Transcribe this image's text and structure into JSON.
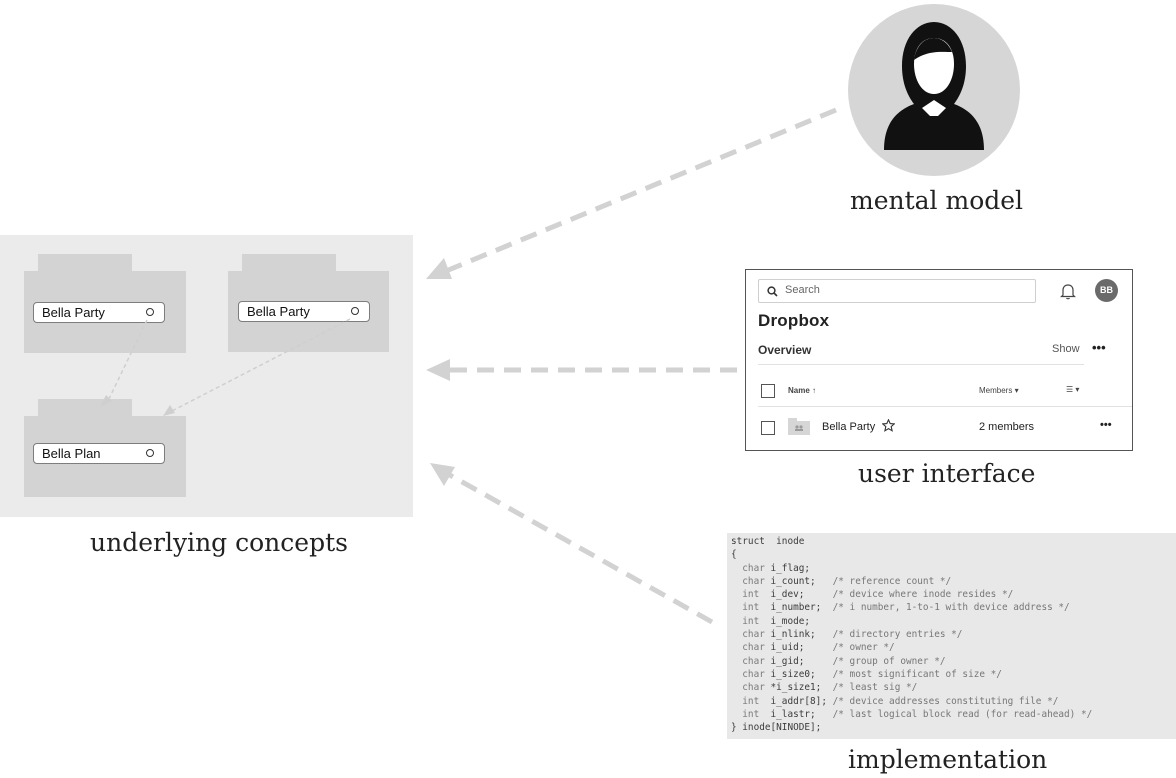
{
  "captions": {
    "mental_model": "mental model",
    "user_interface": "user interface",
    "underlying_concepts": "underlying concepts",
    "implementation": "implementation"
  },
  "concepts": {
    "folders": [
      {
        "chip_label": "Bella Party"
      },
      {
        "chip_label": "Bella Party"
      },
      {
        "chip_label": "Bella Plan"
      }
    ]
  },
  "ui": {
    "search_placeholder": "Search",
    "avatar_initials": "BB",
    "app_title": "Dropbox",
    "section_title": "Overview",
    "show_label": "Show",
    "more_label": "•••",
    "columns": {
      "name": "Name ↑",
      "members": "Members ▾",
      "view": "☰ ▾"
    },
    "row": {
      "name": "Bella Party",
      "members": "2 members",
      "more": "•••"
    }
  },
  "code": {
    "header": "struct  inode",
    "open_brace": "{",
    "fields": [
      {
        "type": "char",
        "name": "i_flag;",
        "comment": ""
      },
      {
        "type": "char",
        "name": "i_count;",
        "comment": "/* reference count */"
      },
      {
        "type": "int",
        "name": "i_dev;",
        "comment": "/* device where inode resides */"
      },
      {
        "type": "int",
        "name": "i_number;",
        "comment": "/* i number, 1-to-1 with device address */"
      },
      {
        "type": "int",
        "name": "i_mode;",
        "comment": ""
      },
      {
        "type": "char",
        "name": "i_nlink;",
        "comment": "/* directory entries */"
      },
      {
        "type": "char",
        "name": "i_uid;",
        "comment": "/* owner */"
      },
      {
        "type": "char",
        "name": "i_gid;",
        "comment": "/* group of owner */"
      },
      {
        "type": "char",
        "name": "i_size0;",
        "comment": "/* most significant of size */"
      },
      {
        "type": "char",
        "name": "*i_size1;",
        "comment": "/* least sig */"
      },
      {
        "type": "int",
        "name": "i_addr[8];",
        "comment": "/* device addresses constituting file */"
      },
      {
        "type": "int",
        "name": "i_lastr;",
        "comment": "/* last logical block read (for read-ahead) */"
      }
    ],
    "close_line": "} inode[NINODE];"
  }
}
